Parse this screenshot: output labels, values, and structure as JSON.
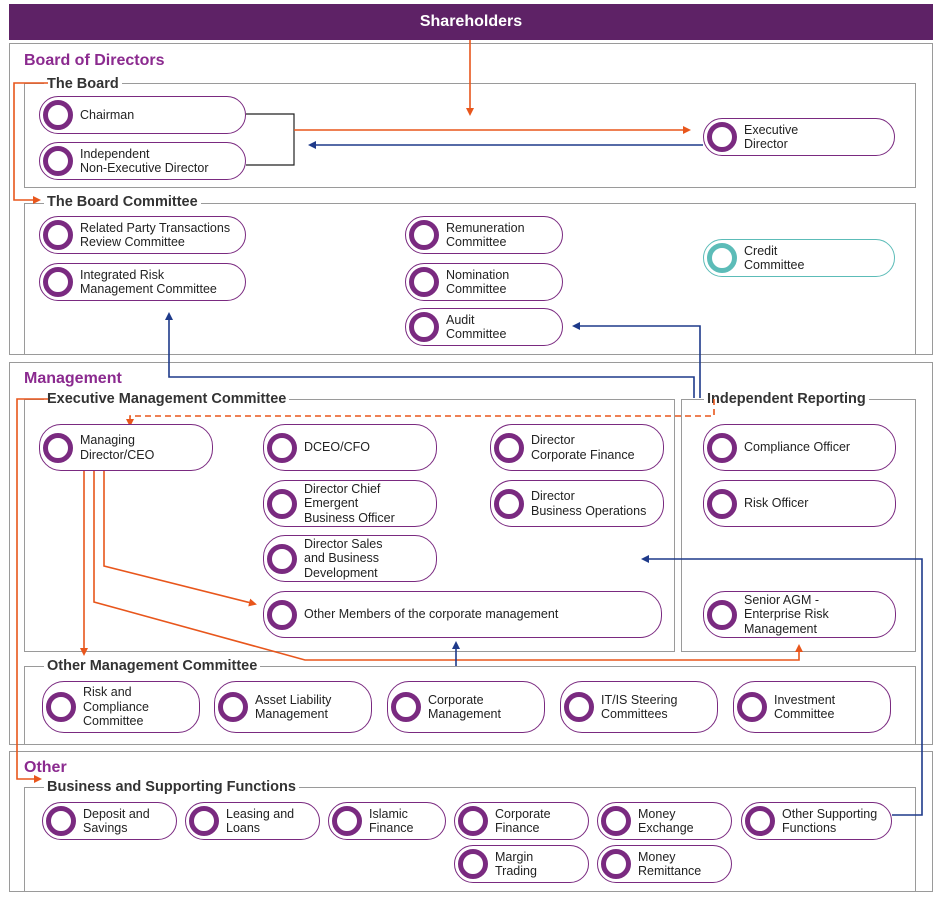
{
  "banner": "Shareholders",
  "sections": {
    "board": "Board of Directors",
    "management": "Management",
    "other": "Other"
  },
  "groups": {
    "the_board": "The Board",
    "board_committee": "The Board Committee",
    "exec_committee": "Executive Management Committee",
    "independent_reporting": "Independent Reporting",
    "other_mgmt_committee": "Other Management Committee",
    "business_functions": "Business and Supporting Functions"
  },
  "nodes": {
    "chairman": "Chairman",
    "independent_director": "Independent\nNon-Executive Director",
    "executive_director": "Executive\nDirector",
    "related_party": "Related Party Transactions\nReview Committee",
    "integrated_risk": "Integrated Risk\nManagement Committee",
    "remuneration": "Remuneration\nCommittee",
    "nomination": "Nomination\nCommittee",
    "audit": "Audit\nCommittee",
    "credit": "Credit\nCommittee",
    "md_ceo": "Managing\nDirector/CEO",
    "dceo_cfo": "DCEO/CFO",
    "dir_corp_finance": "Director\nCorporate Finance",
    "dir_emergent": "Director Chief\nEmergent\nBusiness Officer",
    "dir_bus_ops": "Director\nBusiness Operations",
    "dir_sales": "Director Sales\nand Business\nDevelopment",
    "other_members": "Other Members of the corporate management",
    "compliance_officer": "Compliance Officer",
    "risk_officer": "Risk Officer",
    "senior_agm": "Senior AGM -\nEnterprise Risk\nManagement",
    "risk_compliance": "Risk and\nCompliance\nCommittee",
    "asset_liability": "Asset Liability\nManagement",
    "corporate_management": "Corporate\nManagement",
    "itis_steering": "IT/IS Steering\nCommittees",
    "investment": "Investment\nCommittee",
    "deposit_savings": "Deposit and\nSavings",
    "leasing_loans": "Leasing and\nLoans",
    "islamic_finance": "Islamic\nFinance",
    "corporate_finance": "Corporate\nFinance",
    "money_exchange": "Money\nExchange",
    "other_supporting": "Other Supporting\nFunctions",
    "margin_trading": "Margin\nTrading",
    "money_remittance": "Money\nRemittance"
  },
  "colors": {
    "banner": "#5e2266",
    "section_title": "#8b2a8f",
    "node_border": "#7a2a80",
    "credit_border": "#5cbcb8",
    "orange_line": "#e8561c",
    "blue_line": "#1e3a8a"
  }
}
